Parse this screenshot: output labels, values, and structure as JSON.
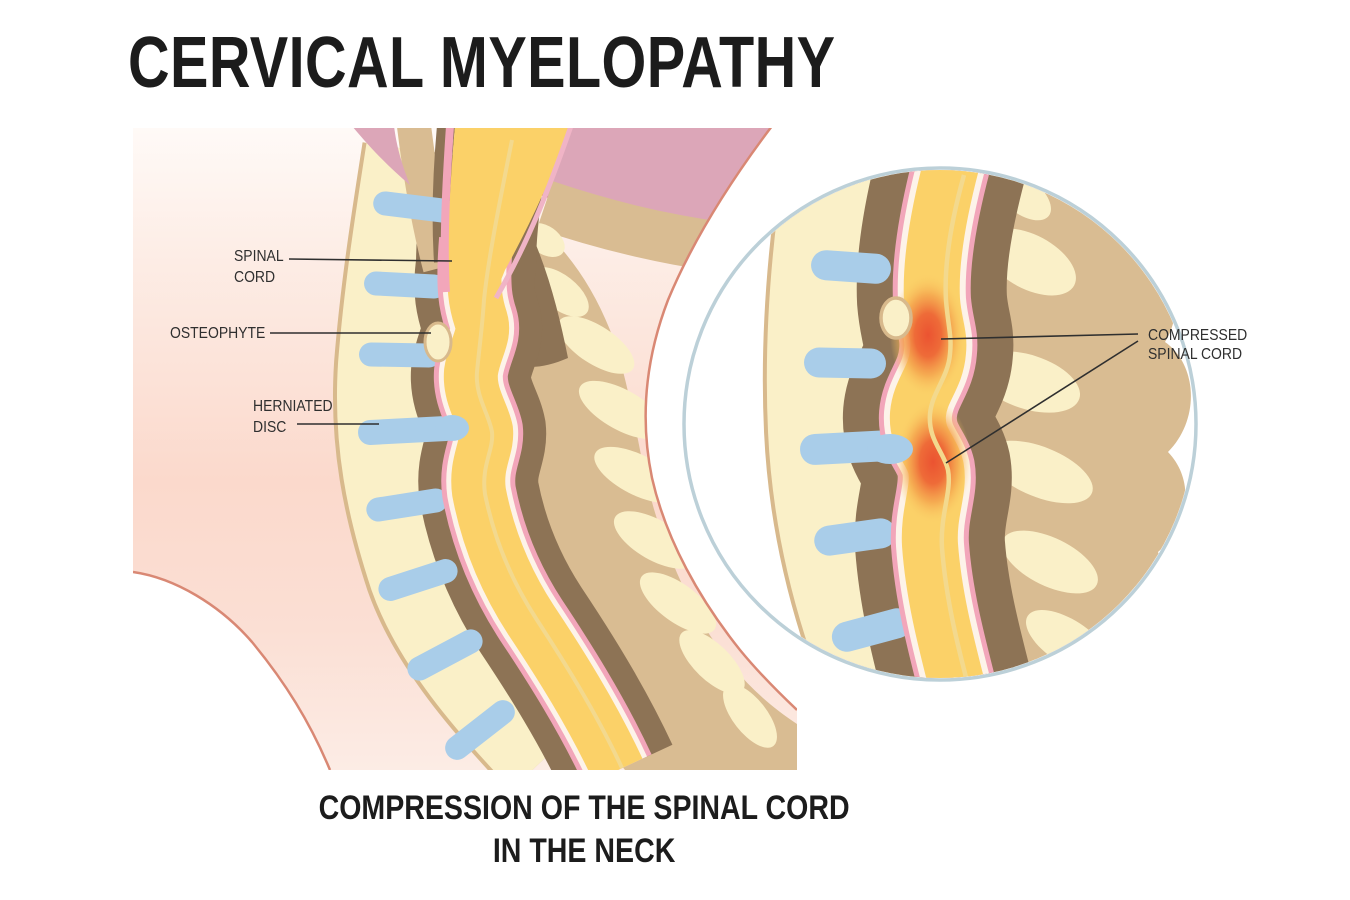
{
  "title": "CERVICAL MYELOPATHY",
  "main_diagram": {
    "labels": {
      "spinal_cord": {
        "line1": "SPINAL",
        "line2": "CORD"
      },
      "osteophyte": {
        "line1": "OSTEOPHYTE"
      },
      "herniated_disc": {
        "line1": "HERNIATED",
        "line2": "DISC"
      }
    }
  },
  "inset": {
    "label": {
      "line1": "COMPRESSED",
      "line2": "SPINAL CORD"
    }
  },
  "caption": {
    "line1": "COMPRESSION OF THE SPINAL CORD",
    "line2": "IN THE NECK"
  },
  "colors": {
    "background": "#ffffff",
    "panel_top": "#fff9f6",
    "panel_pink": "#fbd9cc",
    "skin_outline": "#d98874",
    "bone_cream": "#faf0c8",
    "bone_outline": "#d8b98c",
    "posterior_tan": "#d9bc92",
    "canal_brown": "#8d7355",
    "disc_blue": "#a9cde9",
    "dura_pink": "#f2a6ba",
    "dura_inner": "#fdf3e9",
    "cord_yellow": "#fbd168",
    "cord_accent": "#f3d98e",
    "cerebellum_mauve": "#dca6b8",
    "cerebellum_outline": "#ca7589",
    "inset_ring": "#bcd0d8",
    "compression_core": "#eb5331",
    "compression_mid": "#f08a42",
    "text": "#2f2f2f"
  }
}
